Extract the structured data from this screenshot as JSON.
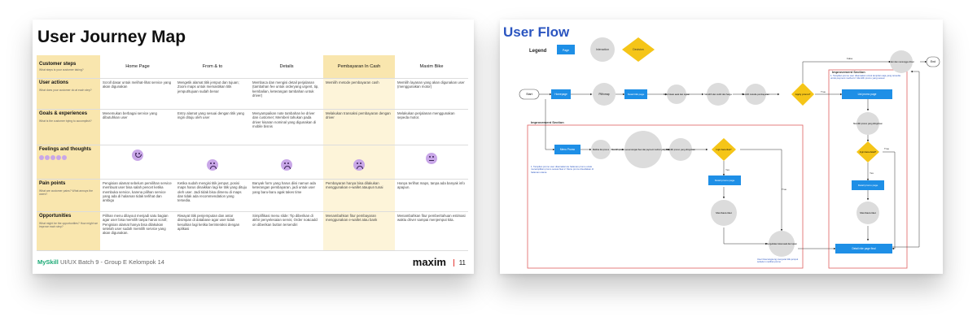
{
  "left_slide": {
    "title": "User Journey Map",
    "columns": [
      "Customer steps",
      "Home Page",
      "From & to",
      "Details",
      "Pembayaran In Cash",
      "Maxim Bike"
    ],
    "steps_sub": "What steps is your customer taking?",
    "rows": [
      {
        "label": "User actions",
        "sub": "What does your customer do at each step?",
        "cells": [
          "Scroll dasar untuk melihat-lihat service yang akan digunakan",
          "Mengetik alamat titik jemput dan tujuan; Zoom maps untuk memastikan titik jemput/tujuan sudah benar",
          "Membaca dan mengisi detail perjalanan (tambahan fee untuk orderyang urgent, tip, kembalian, keterangan tambahan untuk driver)",
          "Memilih metode pembayaran cash",
          "Memilih layanan yang akan digunakan user (menggunakan motor)"
        ]
      },
      {
        "label": "Goals & experiences",
        "sub": "What is the customer trying to accomplish?",
        "cells": [
          "Menemukan berbagai service yang dibutuhkan user",
          "Entry alamat yang sesuai dengan titik yang ingin dituju oleh user",
          "Menyampaikan note tambahan ke driver dan customer; Memberi tahukan pada driver kisaran nominal yang digunakan di mobile bisnis",
          "Melakukan transaksi pembayaran dengan driver",
          "Melakukan perjalanan menggunakan sepeda motor."
        ]
      },
      {
        "label": "Feelings and thoughts",
        "sub": "",
        "cells": [
          "",
          "",
          "",
          "",
          ""
        ]
      },
      {
        "label": "Pain points",
        "sub": "What are customer pains? What annoys the users?",
        "cells": [
          "Pengisian alamat sebelum pemilihan service membuat user bisa salah pencet ketika membuka service, karena pilihan service yang ada di halaman tidak terlihat dan ambigu",
          "Ketika sudah mengisi titik jemput, posisi maps harus dinaikkan lagi ke titik yang dituju oleh user. Jadi tidak bisa dimenu di maps dan tidak ada recommendation yang tersedia.",
          "Banyak form yang harus diisi namun ada keterangan pembayaran, jadi untuk user yang baru-baru agak takes time",
          "Pembayaran hanya bisa dilakukan menggunakan e-wallet ataupun tunai",
          "Hanya terlihat maps, tanpa ada banyak info apapun."
        ]
      },
      {
        "label": "Opportunities",
        "sub": "What might be the opportunities? How might we improve each step?",
        "cells": [
          "Pilihan menu dilayout menjadi satu bagian agar user bisa memilih tanpa harus scroll; Pengisian alamat hanya bisa dilakukan setelah user sudah memilih service yang akan digunakan.",
          "Riwayat titik penjemputan dan antar disimpan di database agar user tidak kesulitan lagi ketika berinteraksi dengan aplikasi",
          "Simplifikasi menu slide: Tip diberikan di akhir penyelesaian servis; Order no&cadd on diberikan button tersendiri",
          "Menambahkan fitur pembayaran menggunakan e-wallet atau bank",
          "Menambahkan fitur pemberitahuan estimasi waktu driver sampai menjemput kita."
        ]
      }
    ],
    "footer_brand": "MySkill",
    "footer_text": "UI/UX Batch 9 - Group E Kelompok 14",
    "logo_text": "maxim",
    "page_number": "11"
  },
  "right_slide": {
    "title": "User Flow",
    "legend": {
      "label": "Legend",
      "page": "Page",
      "interaction": "Interaction",
      "decision": "Decision"
    },
    "nodes": {
      "start": "Start",
      "homepage": "Homepage",
      "pilih_map": "Pilih map",
      "detail_titik": "Detail titik page",
      "input_lokasi": "Input lokasi awal dan tujuan",
      "memilih_mobil": "Memilih dan mobil dan harga",
      "memilih_metode": "Memilih metode pembayaran",
      "apply_promo": "Apply promo?",
      "list_promo_page": "List promo page",
      "memilih_promo": "Memilih promo yang diinginkan",
      "ingin_baca": "Ingin baca detail?",
      "detail_promo_page_r": "Detail promo page",
      "membaca_r": "Membaca tiket",
      "detail_ride": "Detail ride page final",
      "order_menunggu": "Order dan menunggu driver",
      "end": "End",
      "menu_promo": "Menu Promo",
      "melihat_list": "Melihat list promo",
      "memilih_promo_sesuai": "Memilih promo sesuai dengan fleet dan payment method yang diinginkan",
      "memilih_promo2": "Memilih promo yang diinginkan",
      "ingin_baca2": "Ingin baca tiket?",
      "detail_promo_page": "Detail promo page",
      "membaca": "Membaca tiket",
      "mengetikkan": "Mengetikkan lokasi awal dan tujuan"
    },
    "sections": {
      "improvement_top": "Improvement Section",
      "improvement_bottom": "Improvement Section"
    },
    "edge_labels": {
      "false": "False",
      "true": "True",
      "yes": "Yes",
      "no": "No"
    },
    "notes": {
      "top": "1. Tampilan promo user disamakan untuk tampilan saja yang tersedia untuk payment method 2. Memilih promo yang sesuai",
      "bottom_left": "1. Tampilan promo user disamakan ke halaman promo untuk menampilkan promo sesuai fleet 2. Menu promo disediakan di halaman utama",
      "bottom_center": "User bisa langsung menyetel titik jemput sebelum melihat promo"
    }
  }
}
